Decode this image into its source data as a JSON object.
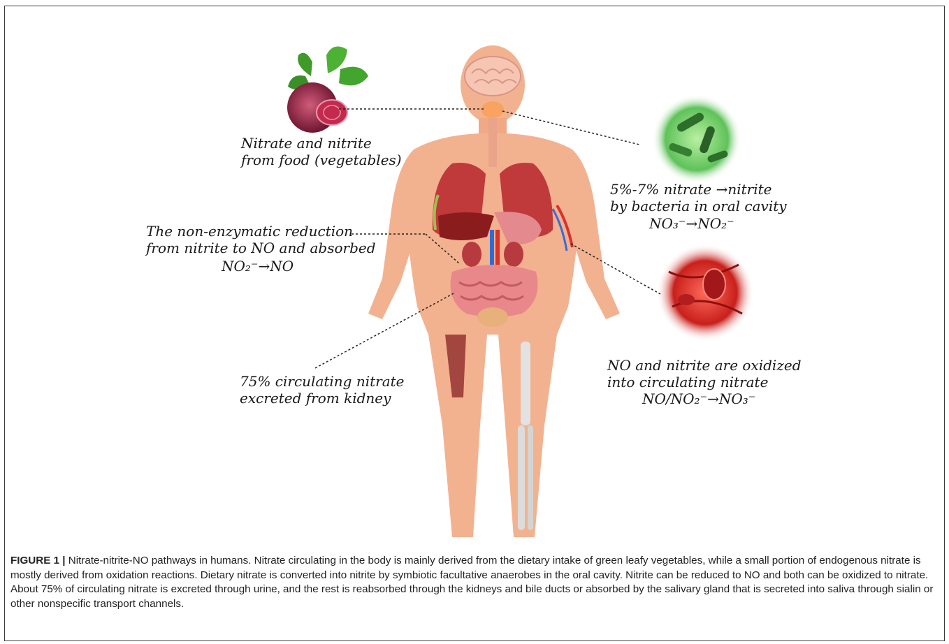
{
  "labels": {
    "food": [
      "Nitrate and nitrite",
      "from food (vegetables)"
    ],
    "bacteria": [
      "5%-7% nitrate →nitrite",
      "by bacteria in oral cavity"
    ],
    "bacteria_formula": "NO₃⁻→NO₂⁻",
    "reduction": [
      "The non-enzymatic reduction",
      "from nitrite to NO and absorbed"
    ],
    "reduction_formula": "NO₂⁻→NO",
    "kidney": [
      "75% circulating nitrate",
      "excreted from kidney"
    ],
    "oxidized": [
      "NO and nitrite are oxidized",
      "into circulating nitrate"
    ],
    "oxidized_formula": "NO/NO₂⁻→NO₃⁻"
  },
  "caption": {
    "figure_label": "FIGURE 1",
    "separator": " | ",
    "text": "Nitrate-nitrite-NO pathways in humans. Nitrate circulating in the body is mainly derived from the dietary intake of green leafy vegetables, while a small portion of endogenous nitrate is mostly derived from oxidation reactions. Dietary nitrate is converted into nitrite by symbiotic facultative anaerobes in the oral cavity. Nitrite can be reduced to NO and both can be oxidized to nitrate. About 75% of circulating nitrate is excreted through urine, and the rest is reabsorbed through the kidneys and bile ducts or absorbed by the salivary gland that is secreted into saliva through sialin or other nonspecific transport channels."
  },
  "icons": [
    "beetroot-icon",
    "brain-icon",
    "bacteria-icon",
    "blood-vessel-icon",
    "human-body-icon"
  ],
  "colors": {
    "skin": "#f3b28f",
    "organ_red": "#c0393b",
    "bacteria_green": "#5fc25a",
    "blood_red": "#d8322c",
    "beet": "#8a1f3a"
  }
}
